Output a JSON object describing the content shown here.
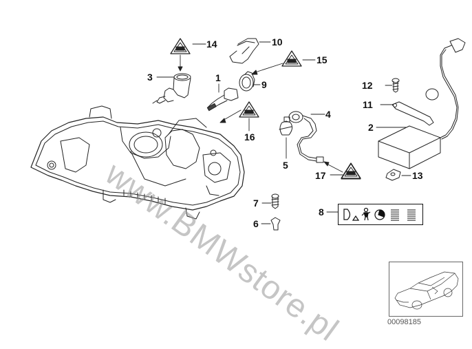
{
  "diagram": {
    "title": "Headlight housing parts diagram",
    "watermark": "www.BMWstore.pl",
    "diagram_code": "00098185",
    "parts": [
      {
        "number": "1",
        "part": "halogen-bulb"
      },
      {
        "number": "2",
        "part": "control-unit"
      },
      {
        "number": "3",
        "part": "bulb-holder-elbow"
      },
      {
        "number": "4",
        "part": "bulb-socket-with-cable"
      },
      {
        "number": "5",
        "part": "bulb"
      },
      {
        "number": "6",
        "part": "clip-nut"
      },
      {
        "number": "7",
        "part": "screw-expanding"
      },
      {
        "number": "8",
        "part": "warning-label"
      },
      {
        "number": "9",
        "part": "bulb-cap"
      },
      {
        "number": "10",
        "part": "cover-clip"
      },
      {
        "number": "11",
        "part": "bracket"
      },
      {
        "number": "12",
        "part": "screw"
      },
      {
        "number": "13",
        "part": "square-nut"
      },
      {
        "number": "14",
        "part": "warning-symbol"
      },
      {
        "number": "15",
        "part": "warning-symbol"
      },
      {
        "number": "16",
        "part": "warning-symbol"
      },
      {
        "number": "17",
        "part": "warning-symbol"
      }
    ],
    "colors": {
      "line": "#222222",
      "watermark": "#969696",
      "background": "#ffffff"
    }
  }
}
